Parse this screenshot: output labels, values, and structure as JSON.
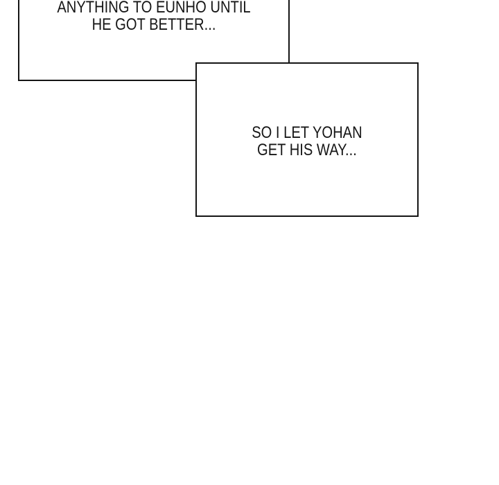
{
  "page": {
    "background_color": "#ffffff",
    "ink_color": "#141414"
  },
  "bubbles": {
    "top": {
      "lines": {
        "0": "ANYTHING TO EUNHO UNTIL",
        "1": "HE GOT BETTER..."
      }
    },
    "right": {
      "lines": {
        "0": "SO I LET YOHAN",
        "1": "GET HIS WAY..."
      }
    }
  }
}
